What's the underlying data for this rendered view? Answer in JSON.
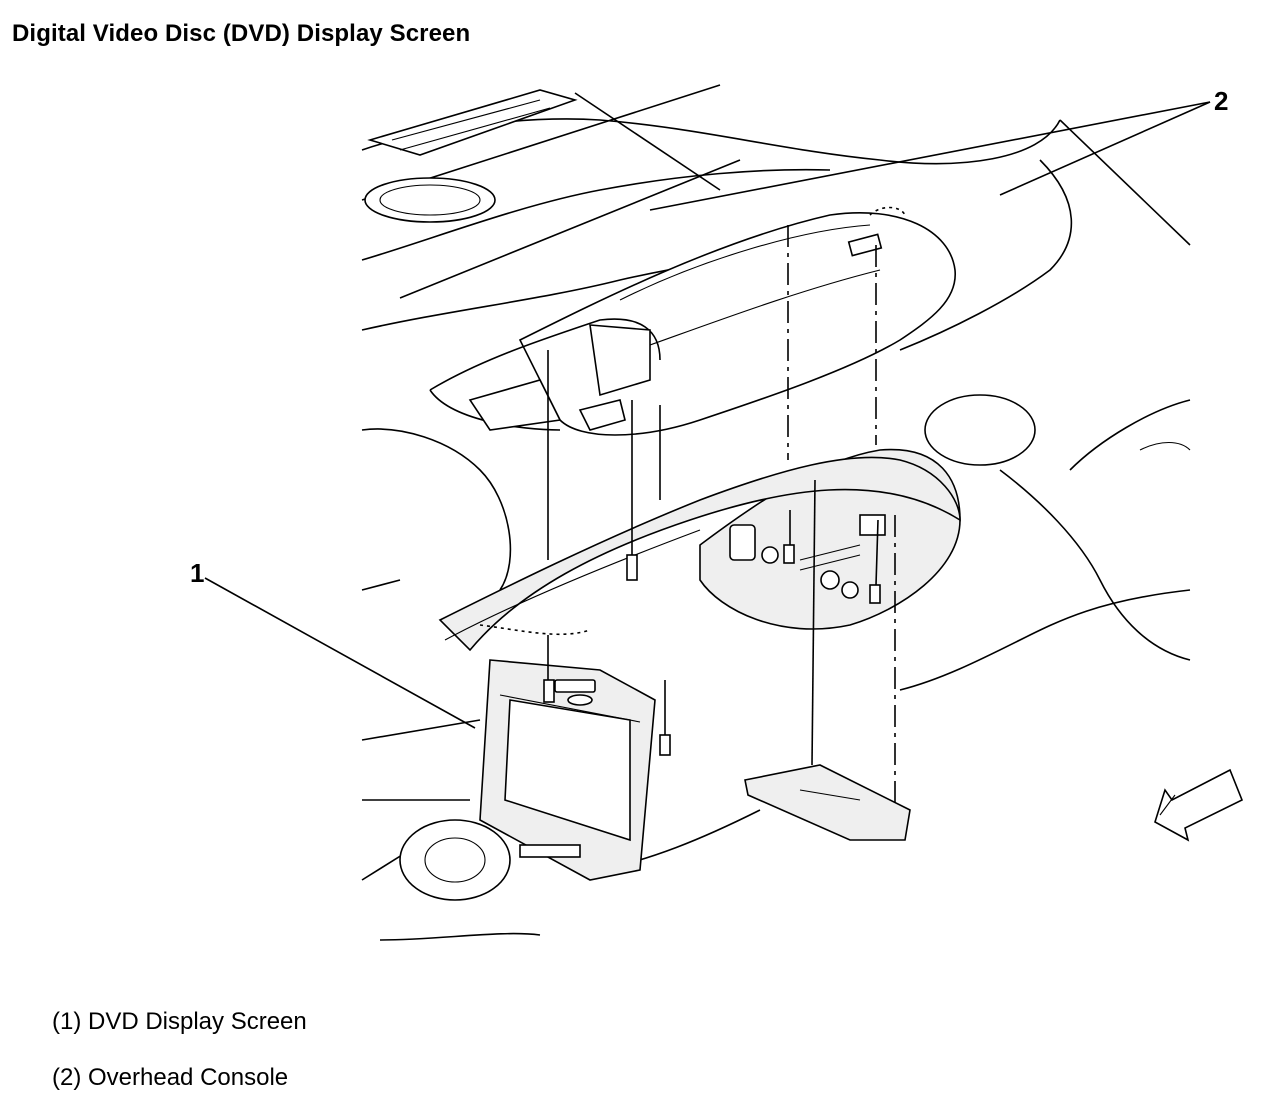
{
  "title": "Digital Video Disc (DVD) Display Screen",
  "callouts": [
    {
      "number": "1",
      "label": "(1) DVD Display Screen"
    },
    {
      "number": "2",
      "label": "(2) Overhead Console"
    }
  ]
}
